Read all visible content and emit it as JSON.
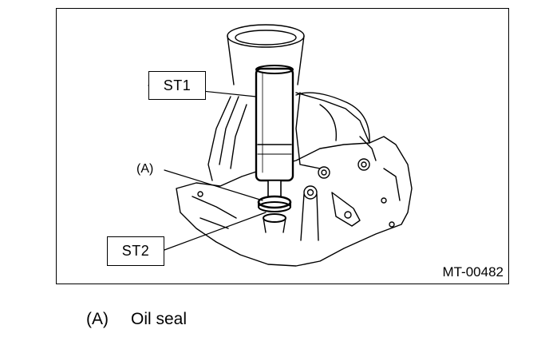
{
  "figure": {
    "labels": {
      "st1": "ST1",
      "st2": "ST2",
      "callout_a": "(A)"
    },
    "figure_code": "MT-00482"
  },
  "legend": {
    "items": [
      {
        "key": "(A)",
        "text": "Oil seal"
      }
    ]
  }
}
